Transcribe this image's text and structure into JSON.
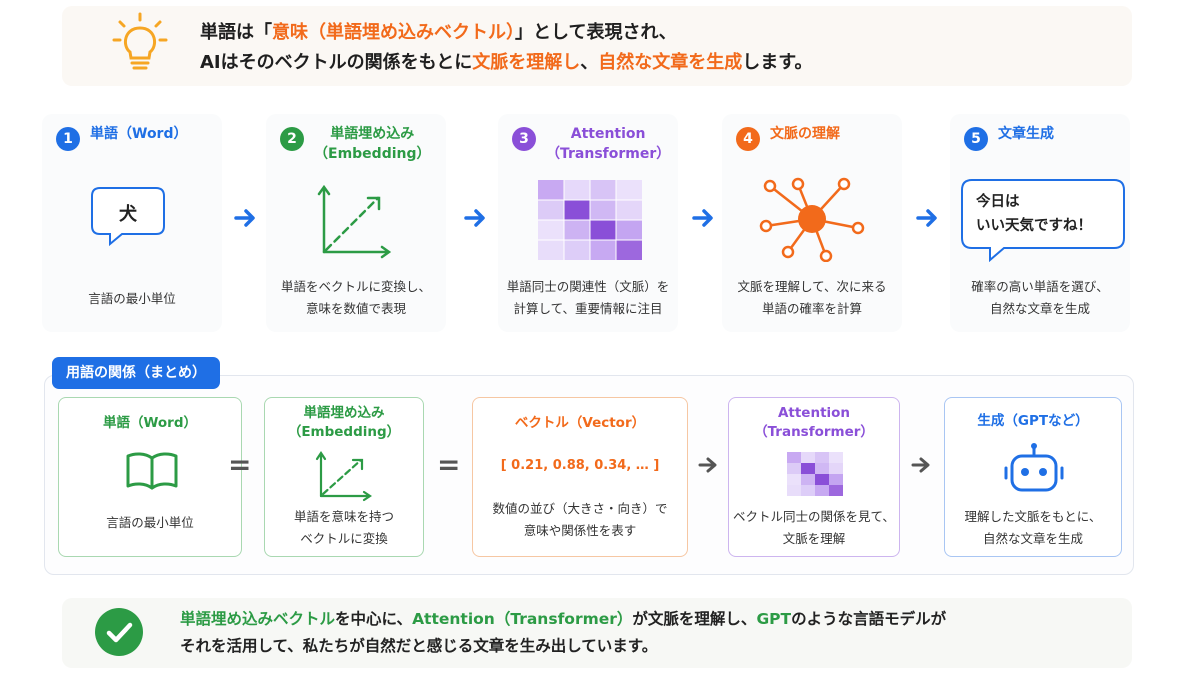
{
  "banner": {
    "line1_pre": "単語は「",
    "line1_highlight": "意味（単語埋め込みベクトル）",
    "line1_post": "」として表現され、",
    "line2_pre": "AIはそのベクトルの関係をもとに",
    "line2_hl1": "文脈を理解し",
    "line2_mid": "、",
    "line2_hl2": "自然な文章を生成",
    "line2_post": "します。"
  },
  "steps": [
    {
      "num": "1",
      "title_line1": "単語（Word）",
      "title_line2": "",
      "desc_line1": "言語の最小単位",
      "desc_line2": "",
      "color": "#1f6fe5",
      "bubble_text": "犬"
    },
    {
      "num": "2",
      "title_line1": "単語埋め込み",
      "title_line2": "（Embedding）",
      "desc_line1": "単語をベクトルに変換し、",
      "desc_line2": "意味を数値で表現",
      "color": "#2c9b45"
    },
    {
      "num": "3",
      "title_line1": "Attention",
      "title_line2": "（Transformer）",
      "desc_line1": "単語同士の関連性（文脈）を",
      "desc_line2": "計算して、重要情報に注目",
      "color": "#8a4fd8"
    },
    {
      "num": "4",
      "title_line1": "文脈の理解",
      "title_line2": "",
      "desc_line1": "文脈を理解して、次に来る",
      "desc_line2": "単語の確率を計算",
      "color": "#f26a1b"
    },
    {
      "num": "5",
      "title_line1": "文章生成",
      "title_line2": "",
      "desc_line1": "確率の高い単語を選び、",
      "desc_line2": "自然な文章を生成",
      "color": "#1f6fe5",
      "bubble_line1": "今日は",
      "bubble_line2": "いい天気ですね！"
    }
  ],
  "summary": {
    "tag": "用語の関係（まとめ）",
    "boxes": [
      {
        "title_line1": "単語（Word）",
        "title_line2": "",
        "desc_line1": "言語の最小単位",
        "desc_line2": "",
        "color": "#2c9b45",
        "border": "#a9d8b1"
      },
      {
        "title_line1": "単語埋め込み",
        "title_line2": "（Embedding）",
        "desc_line1": "単語を意味を持つ",
        "desc_line2": "ベクトルに変換",
        "color": "#2c9b45",
        "border": "#a9d8b1"
      },
      {
        "title_line1": "ベクトル（Vector）",
        "title_line2": "",
        "values": "[ 0.21, 0.88, 0.34, … ]",
        "desc_line1": "数値の並び（大きさ・向き）で",
        "desc_line2": "意味や関係性を表す",
        "color": "#f26a1b",
        "border": "#f6c7a3"
      },
      {
        "title_line1": "Attention",
        "title_line2": "（Transformer）",
        "desc_line1": "ベクトル同士の関係を見て、",
        "desc_line2": "文脈を理解",
        "color": "#8a4fd8",
        "border": "#cdb5ef"
      },
      {
        "title_line1": "生成（GPTなど）",
        "title_line2": "",
        "desc_line1": "理解した文脈をもとに、",
        "desc_line2": "自然な文章を生成",
        "color": "#1f6fe5",
        "border": "#a9c6f3"
      }
    ],
    "operators": [
      "=",
      "="
    ]
  },
  "footer": {
    "l1_hl1": "単語埋め込みベクトル",
    "l1_t1": "を中心に、",
    "l1_hl2": "Attention（Transformer）",
    "l1_t2": "が文脈を理解し、",
    "l1_hl3": "GPT",
    "l1_t3": "のような言語モデルが",
    "line2": "それを活用して、私たちが自然だと感じる文章を生み出しています。"
  },
  "colors": {
    "blue": "#1f6fe5",
    "green": "#2c9b45",
    "purple": "#8a4fd8",
    "orange": "#f26a1b",
    "bulb": "#f6a623"
  },
  "icons": [
    "lightbulb-icon",
    "speech-bubble-icon",
    "vector-axes-icon",
    "attention-heatmap-icon",
    "network-hub-icon",
    "open-book-icon",
    "robot-icon",
    "check-icon",
    "arrow-right-icon"
  ]
}
